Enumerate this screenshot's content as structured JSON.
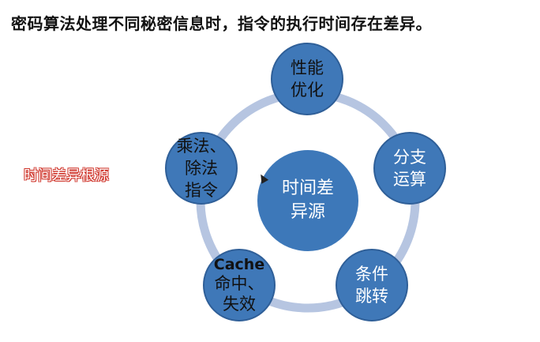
{
  "headline": "密码算法处理不同秘密信息时，指令的执行时间存在差异。",
  "side_label": "时间差异根源",
  "diagram": {
    "center": "时间差\n异源",
    "nodes": {
      "top": "性能\n优化",
      "right": "分支\n运算",
      "bottom_right": "条件\n跳转",
      "bottom_left_head": "Cache",
      "bottom_left_rest": "命中、\n失效",
      "left": "乘法、\n除法\n指令"
    }
  },
  "colors": {
    "node_fill": "#3f78b8",
    "ring": "#b6c5e1",
    "side_label": "#d0392f"
  }
}
